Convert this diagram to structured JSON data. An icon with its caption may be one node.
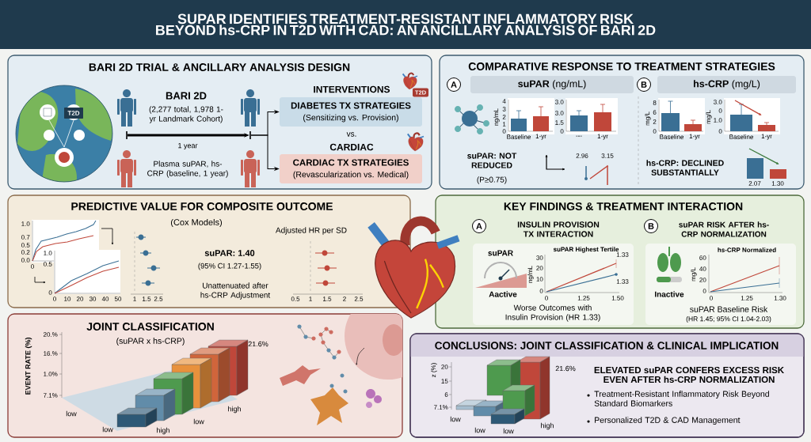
{
  "diagram": {
    "title": "SUPAR IDENTIFIES TREATMENT-RESISTANT INFLAMMATORY RISK BEYOND hs-CRP IN T2D WITH CAD: AN ANCILLARY ANALYSIS OF BARI 2D",
    "nodes": [
      {
        "text": [
          "BARI 2D TRIAL & ANCILLARY ANALYSIS DESIGN"
        ]
      },
      {
        "text": [],
        "shape": "bar",
        "in": 0
      },
      {
        "text": [],
        "shape": "bar",
        "in": 0
      },
      {
        "text": [
          "DIABETES TX STRATEGIES",
          "(Sensitizing vs. Provision)"
        ],
        "in": 0
      },
      {
        "text": [
          "CARDIAC TX STRATEGIES",
          "(Revascularization vs. Medical)"
        ],
        "in": 0
      },
      {
        "text": [
          "T2D"
        ],
        "in": 0
      },
      {
        "text": [
          "COMPARATIVE RESPONSE TO TREATMENT STRATEGIES"
        ]
      },
      {
        "text": [
          "A"
        ],
        "in": 6
      },
      {
        "text": [
          "**suPAR** (ng/mL)"
        ],
        "in": 6
      },
      {
        "text": [
          "B"
        ],
        "in": 6
      },
      {
        "text": [
          "**hs-CRP** (mg/L)"
        ],
        "in": 6
      },
      {
        "text": [
          "PREDICTIVE VALUE FOR COMPOSITE OUTCOME",
          "(Cox Models)"
        ]
      },
      {
        "text": [
          "KEY FINDINGS & TREATMENT INTERACTION"
        ]
      },
      {
        "text": [
          "A"
        ],
        "in": 12
      },
      {
        "text": [
          "INSULIN PROVISION TX INTERACTION",
          "Worse Outcomes with Insulin Provision (HR 1.33)"
        ],
        "in": 12
      },
      {
        "text": [
          "B"
        ],
        "in": 12
      },
      {
        "text": [
          "suPAR RISK AFTER hs-CRP NORMALIZATION",
          "suPAR Baseline Risk",
          "(HR 1.45; 95% CI 1.04-2.03)"
        ],
        "in": 12
      },
      {
        "text": [
          "JOINT CLASSIFICATION",
          "(suPAR x hs-CRP)"
        ]
      },
      {
        "text": [
          "CONCLUSIONS: JOINT CLASSIFICATION & CLINICAL IMPLICATION",
          "ELEVATED suPAR CONFERS EXCESS RISK EVEN AFTER hs-CRP NORMALIZATION",
          "Treatment-Resistant Inflammatory Risk Beyond Standard Biomarkers",
          "Personalized T2D & CAD Management"
        ]
      }
    ],
    "edges": [
      {
        "from": 1,
        "to": 2,
        "arrow": "to",
        "style": "thick"
      },
      {
        "from": 2,
        "to": 3,
        "arrow": "to"
      },
      {
        "from": 2,
        "to": 4,
        "arrow": "to"
      }
    ],
    "labels": [
      "BARI 2D",
      "(2,277 total, 1,978 1-yr Landmark Cohort)",
      "1 year",
      "Plasma suPAR, hs-CRP (baseline, 1 year)",
      "T2D",
      "INTERVENTIONS",
      "vs.",
      "CARDIAC",
      "4",
      "3",
      "2",
      "1",
      "0",
      "ng/mL",
      "Baseline",
      "1-yr",
      "3.0",
      "3.0",
      "1.5",
      "0",
      "---",
      "1-yr",
      "suPAR: NOT REDUCED",
      "(P≥0.75)",
      "2.96",
      "3.15",
      "8",
      "6",
      "2",
      "0",
      "mg/L",
      "Baseline",
      "1-yr",
      "3.0",
      "0",
      "1.0",
      "0",
      "mg/L",
      "Baseline",
      "1-yr",
      "hs-CRP: DECLINED SUBSTANTIALLY",
      "2.07",
      "1.30",
      "1.0",
      "0.7",
      "0.5",
      "0.2",
      "0.0",
      "0",
      "1.0",
      "0.5",
      "0",
      "0",
      "10",
      "20",
      "30",
      "40",
      "50",
      "1",
      "1.5",
      "2.5",
      "Adjusted HR per SD",
      "suPAR: 1.40",
      "(95% CI 1.27-1.55)",
      "Unattenuated after hs-CRP Adjustment",
      "0.5",
      "1",
      "1.5",
      "2",
      "2.5",
      "suPAR",
      "Aactive",
      "suPAR Highest Tertile",
      "30",
      "20",
      "10",
      "0",
      "ng/mL",
      "1.33",
      "1.33",
      "0",
      "1.25",
      "1.50",
      "Inactive",
      "hs-CRP Normalized",
      "60",
      "40",
      "20",
      "0",
      "mg/L",
      "0",
      "1.25",
      "1.30",
      "EVENT RATE (%)",
      "20.%",
      "16.%",
      "1.0%",
      "7.1%",
      "21.6%",
      "low",
      "low",
      "high",
      "low",
      "high",
      "z (%)",
      "20",
      "15",
      "6",
      "7.1%",
      "21.6%",
      "low",
      "low",
      "low",
      "high"
    ]
  }
}
